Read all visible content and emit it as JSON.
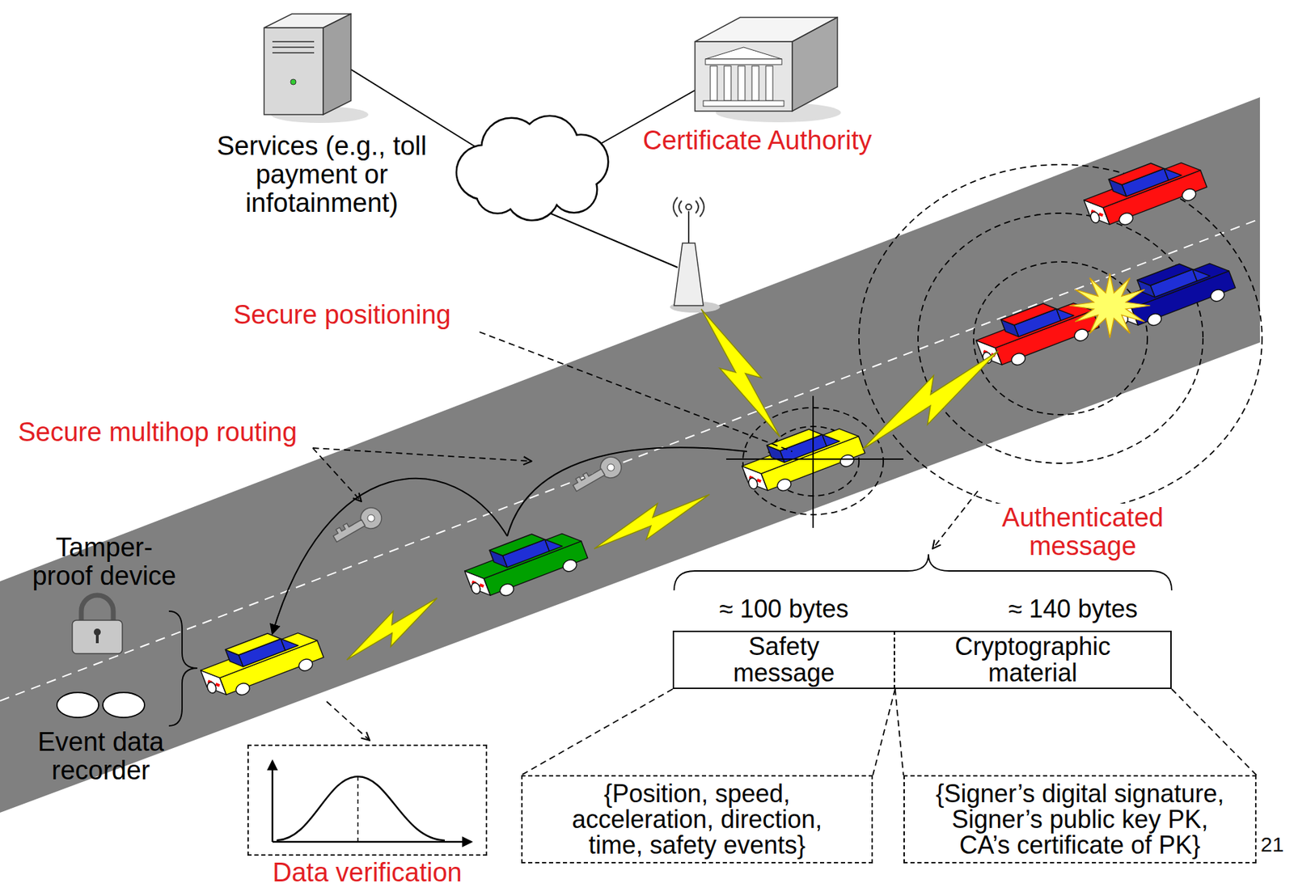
{
  "diagram": {
    "nodes": [
      {
        "text": [
          "Safety message"
        ]
      },
      {
        "text": [
          "Cryptographic material"
        ]
      },
      {
        "text": [
          "Data verification"
        ]
      },
      {
        "text": [
          "{Position, speed, acceleration, direction, time, safety events}"
        ]
      },
      {
        "text": [
          "{Signer’s digital signature, Signer’s public key PK, CA’s certificate of PK}"
        ]
      }
    ],
    "edges": [
      {
        "from": 0,
        "to": 3,
        "arrow": "none"
      },
      {
        "from": 1,
        "to": 4,
        "arrow": "none"
      }
    ],
    "labels": [
      "Services (e.g., toll payment or infotainment)",
      "Certificate Authority",
      "Secure positioning",
      "Secure multihop routing",
      "Authenticated message",
      "Tamper-proof device",
      "Event data recorder",
      "≈ 100 bytes",
      "≈ 140 bytes",
      "21"
    ]
  }
}
